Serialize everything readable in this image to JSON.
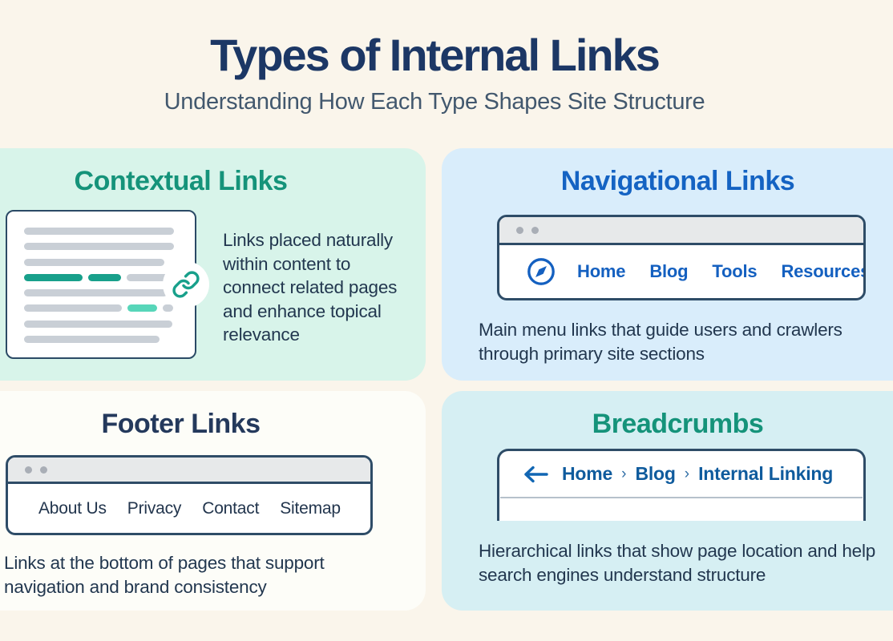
{
  "page": {
    "title": "Types of Internal Links",
    "subtitle": "Understanding How Each Type Shapes Site Structure"
  },
  "colors": {
    "background": "#faf5eb",
    "title_navy": "#1c3765",
    "green_accent": "#15937a",
    "blue_accent": "#1463c3",
    "link_blue": "#1460c0",
    "breadcrumb_blue": "#0f5b9d",
    "teal_bar": "#18a08b",
    "teal_light_bar": "#57d6b9",
    "card_mint": "#d8f4ea",
    "card_blue": "#d9edfb",
    "card_white": "#fdfdf8",
    "card_cyan": "#d6eff3",
    "window_border": "#2e4c67"
  },
  "cards": {
    "contextual": {
      "title": "Contextual Links",
      "description": "Links placed naturally within content to connect related pages and enhance topical relevance",
      "icon": "chain-link-icon",
      "document_lines": [
        [
          {
            "w": 187,
            "c": "gray"
          }
        ],
        [
          {
            "w": 187,
            "c": "gray"
          }
        ],
        [
          {
            "w": 175,
            "c": "gray"
          }
        ],
        [
          {
            "w": 73,
            "c": "teal"
          },
          {
            "w": 41,
            "c": "teal"
          },
          {
            "w": 60,
            "c": "gray"
          }
        ],
        [
          {
            "w": 179,
            "c": "gray"
          }
        ],
        [
          {
            "w": 122,
            "c": "gray"
          },
          {
            "w": 37,
            "c": "teal-light"
          },
          {
            "w": 13,
            "c": "gray"
          }
        ],
        [
          {
            "w": 185,
            "c": "gray"
          }
        ],
        [
          {
            "w": 169,
            "c": "gray"
          }
        ]
      ]
    },
    "navigational": {
      "title": "Navigational Links",
      "description": "Main menu links that guide users and crawlers through primary site sections",
      "icon": "compass-icon",
      "menu_items": [
        "Home",
        "Blog",
        "Tools",
        "Resources"
      ]
    },
    "footer": {
      "title": "Footer Links",
      "description": "Links at the bottom of pages that support navigation and brand consistency",
      "menu_items": [
        "About Us",
        "Privacy",
        "Contact",
        "Sitemap"
      ]
    },
    "breadcrumbs": {
      "title": "Breadcrumbs",
      "description": "Hierarchical links that show page location and help search engines understand structure",
      "back_icon": "left-arrow-icon",
      "separator": "›",
      "trail": [
        "Home",
        "Blog",
        "Internal Linking"
      ]
    }
  }
}
